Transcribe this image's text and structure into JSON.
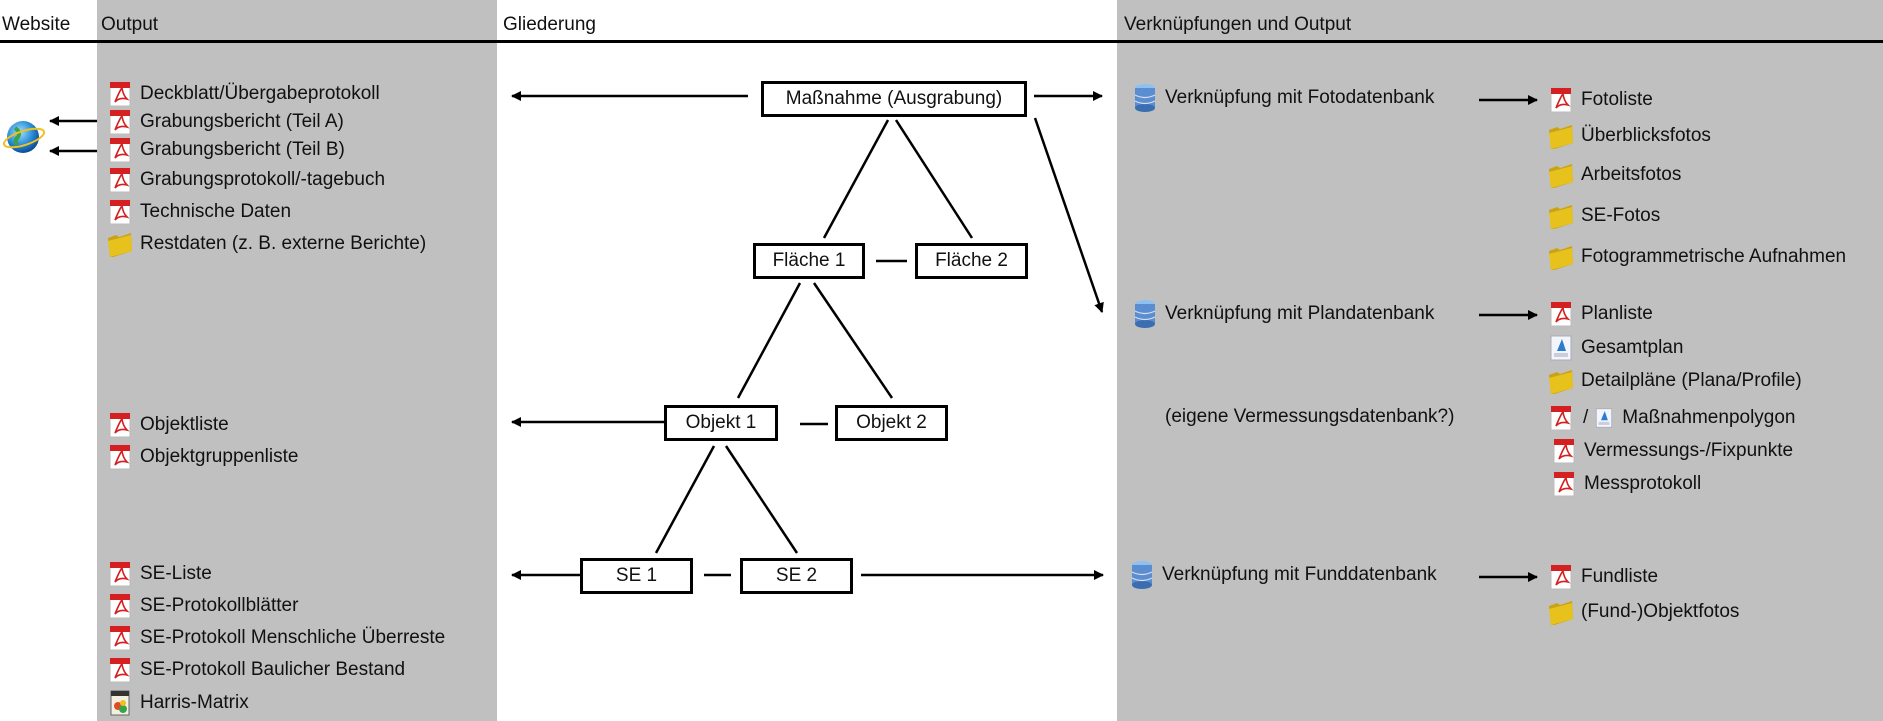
{
  "headers": {
    "website": "Website",
    "output": "Output",
    "gliederung": "Gliederung",
    "verknuepfungen": "Verknüpfungen und Output"
  },
  "output_items": [
    {
      "label": "Deckblatt/Übergabeprotokoll",
      "icon": "pdf-icon"
    },
    {
      "label": "Grabungsbericht (Teil A)",
      "icon": "pdf-icon"
    },
    {
      "label": "Grabungsbericht (Teil B)",
      "icon": "pdf-icon"
    },
    {
      "label": "Grabungsprotokoll/-tagebuch",
      "icon": "pdf-icon"
    },
    {
      "label": "Technische Daten",
      "icon": "pdf-icon"
    },
    {
      "label": "Restdaten (z. B. externe Berichte)",
      "icon": "folder-icon"
    },
    {
      "label": "Objektliste",
      "icon": "pdf-icon"
    },
    {
      "label": "Objektgruppenliste",
      "icon": "pdf-icon"
    },
    {
      "label": "SE-Liste",
      "icon": "pdf-icon"
    },
    {
      "label": "SE-Protokollblätter",
      "icon": "pdf-icon"
    },
    {
      "label": "SE-Protokoll Menschliche Überreste",
      "icon": "pdf-icon"
    },
    {
      "label": "SE-Protokoll Baulicher Bestand",
      "icon": "pdf-icon"
    },
    {
      "label": "Harris-Matrix",
      "icon": "matrix-file-icon"
    }
  ],
  "tree": {
    "massnahme": "Maßnahme (Ausgrabung)",
    "flaeche1": "Fläche 1",
    "flaeche2": "Fläche 2",
    "objekt1": "Objekt 1",
    "objekt2": "Objekt 2",
    "se1": "SE 1",
    "se2": "SE 2"
  },
  "links": {
    "foto_db": "Verknüpfung mit Fotodatenbank",
    "plan_db": "Verknüpfung mit Plandatenbank",
    "vermessung_note": "(eigene Vermessungsdatenbank?)",
    "fund_db": "Verknüpfung mit Funddatenbank"
  },
  "foto_items": [
    {
      "label": "Fotoliste",
      "icon": "pdf-icon"
    },
    {
      "label": "Überblicksfotos",
      "icon": "folder-icon"
    },
    {
      "label": "Arbeitsfotos",
      "icon": "folder-icon"
    },
    {
      "label": "SE-Fotos",
      "icon": "folder-icon"
    },
    {
      "label": "Fotogrammetrische Aufnahmen",
      "icon": "folder-icon"
    }
  ],
  "plan_items": [
    {
      "label": "Planliste",
      "icon": "pdf-icon"
    },
    {
      "label": "Gesamtplan",
      "icon": "dxf-icon"
    },
    {
      "label": "Detailpläne (Plana/Profile)",
      "icon": "folder-icon"
    },
    {
      "label": "Maßnahmenpolygon",
      "icon": "pdf-icon",
      "icon2": "dxf-icon",
      "sep": "/"
    },
    {
      "label": "Vermessungs-/Fixpunkte",
      "icon": "pdf-icon"
    },
    {
      "label": "Messprotokoll",
      "icon": "pdf-icon"
    }
  ],
  "fund_items": [
    {
      "label": "Fundliste",
      "icon": "pdf-icon"
    },
    {
      "label": "(Fund-)Objektfotos",
      "icon": "folder-icon"
    }
  ],
  "colors": {
    "column_bg": "#c0c0c0",
    "pdf_red": "#d42020",
    "folder_yellow": "#e8c21c",
    "db_blue": "#5a8ed0"
  }
}
